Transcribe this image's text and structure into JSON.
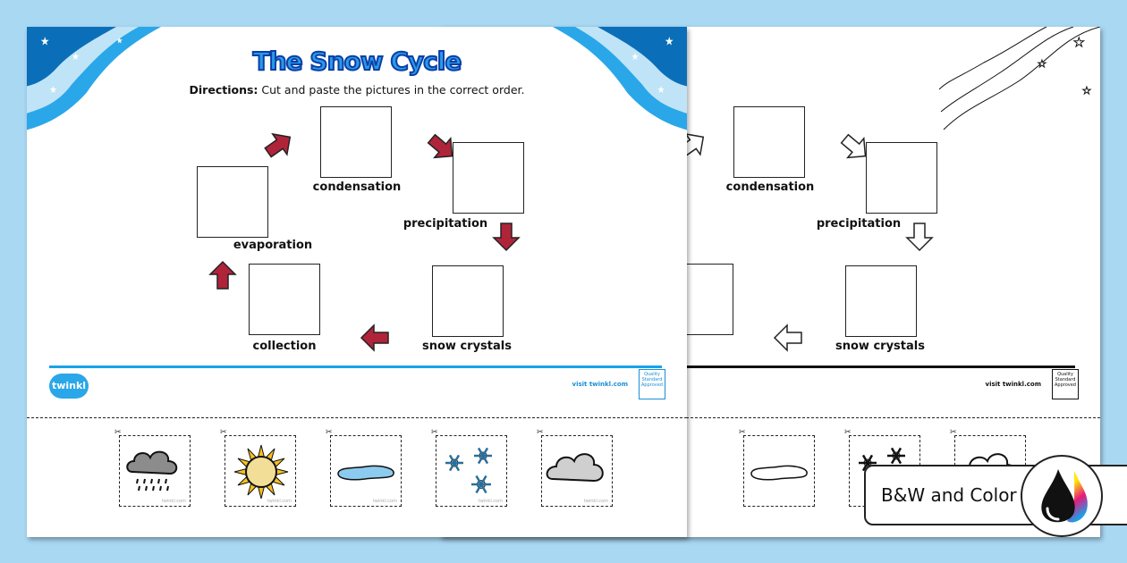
{
  "worksheet": {
    "title": "The Snow Cycle",
    "directions_label": "Directions:",
    "directions_text": " Cut and paste the pictures in the correct order.",
    "stages": [
      "condensation",
      "precipitation",
      "snow crystals",
      "collection",
      "evaporation"
    ],
    "logo": "twinkl",
    "visit": "visit twinkl.com",
    "badge": "Quality Standard Approved",
    "card_watermark": "twinkl.com",
    "cards": [
      "rain-cloud-icon",
      "sun-icon",
      "puddle-icon",
      "snowflakes-icon",
      "cloud-icon"
    ]
  },
  "versions": [
    "bw",
    "color"
  ],
  "colors": {
    "arrow": "#b0243a",
    "sky_dark": "#0a6fb8",
    "sky_mid": "#2aa7e8",
    "sky_light": "#bfe4f8",
    "page_bg": "#a9d8f3"
  },
  "overlay": {
    "label": "B&W and Color",
    "icon": "ink-drops-icon"
  }
}
